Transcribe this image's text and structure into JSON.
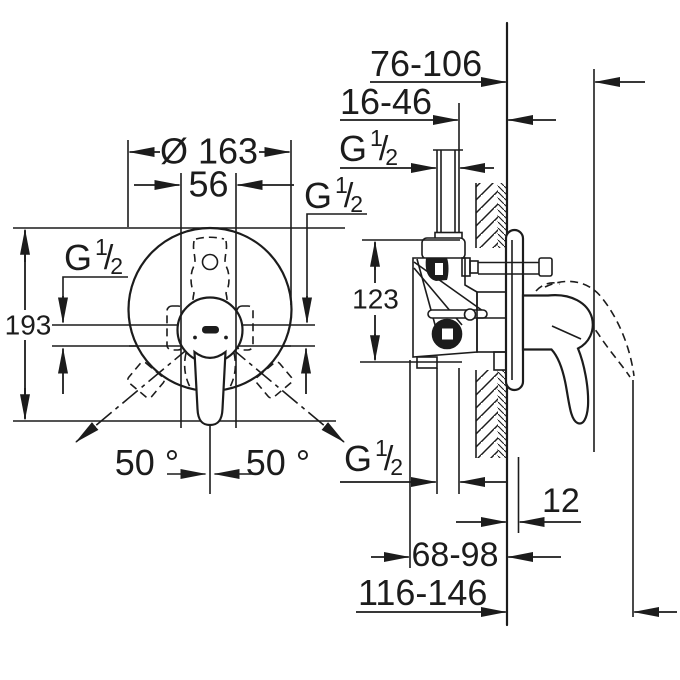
{
  "drawing": {
    "type": "installation-dimension-drawing",
    "views": [
      "front-view",
      "side-view"
    ]
  },
  "front_view": {
    "diameter_label": "Ø 163",
    "port_spacing_label": "56",
    "height_label": "193",
    "angle_left_label": "50 °",
    "angle_right_label": "50 °"
  },
  "side_view": {
    "handle_depth_label": "76-106",
    "outlet_depth_label": "16-46",
    "body_height_label": "123",
    "trim_thickness_label": "12",
    "rough_in_depth_label": "68-98",
    "total_depth_label": "116-146"
  },
  "thread_label": {
    "prefix": "G",
    "numerator": "1",
    "slash": "/",
    "denominator": "2"
  },
  "colors": {
    "line": "#1c1c1c",
    "background": "#ffffff"
  }
}
